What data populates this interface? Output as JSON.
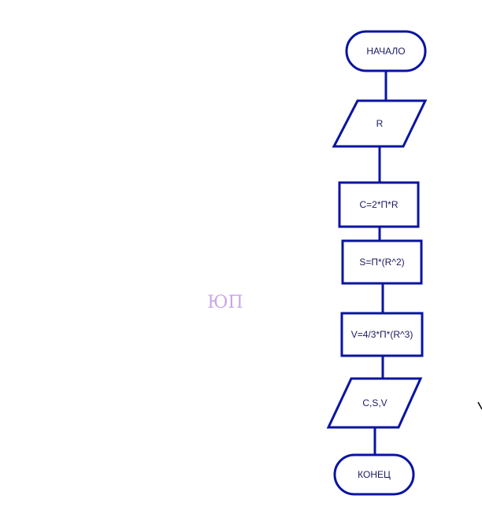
{
  "colors": {
    "stroke": "#0a14a0",
    "text": "#1a1a60",
    "watermark": "#c9a6e8"
  },
  "watermark": "ЮП",
  "nodes": {
    "start": "НАЧАЛО",
    "input": "R",
    "calc_c": "C=2*П*R",
    "calc_s": "S=П*(R^2)",
    "calc_v": "V=4/3*П*(R^3)",
    "output": "C,S,V",
    "end": "КОНЕЦ"
  }
}
